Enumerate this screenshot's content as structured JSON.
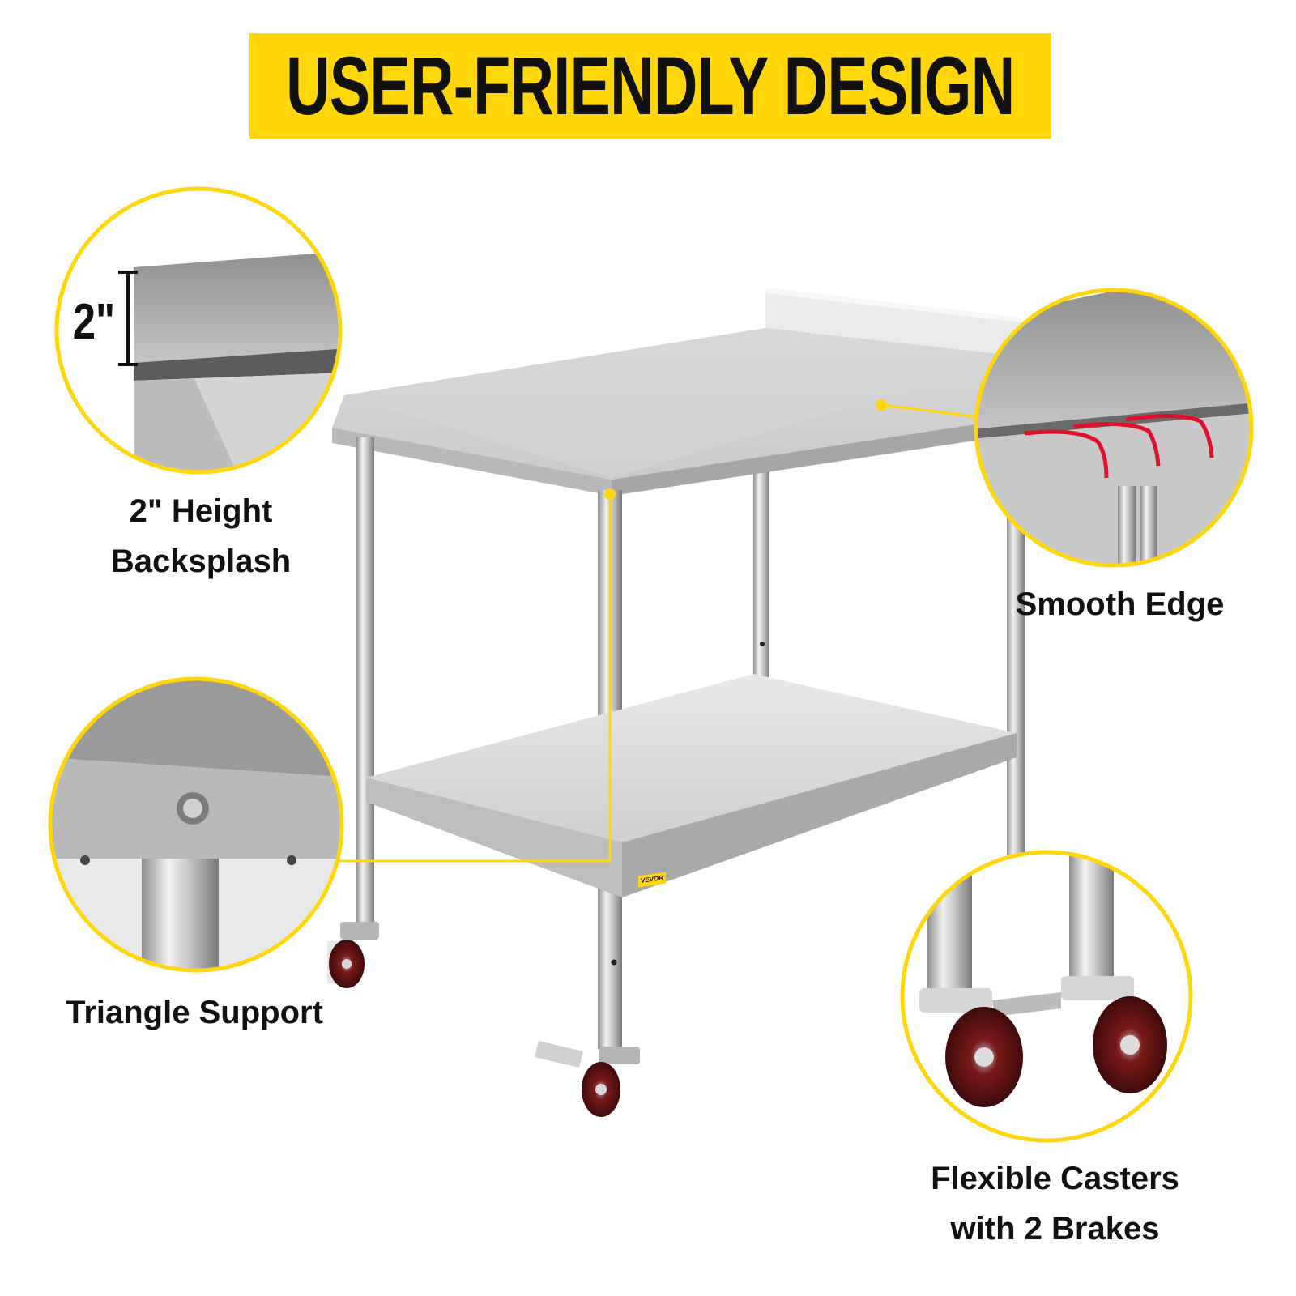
{
  "banner": {
    "title": "USER-FRIENDLY DESIGN"
  },
  "brand": {
    "name": "VEVOR",
    "color": "#FFD60A"
  },
  "dimension": {
    "label": "2\""
  },
  "callouts": {
    "backsplash": {
      "line1": "2\" Height",
      "line2": "Backsplash",
      "icon": "backsplash-zoom"
    },
    "edge": {
      "label": "Smooth Edge",
      "icon": "edge-zoom"
    },
    "support": {
      "label": "Triangle Support",
      "icon": "support-zoom"
    },
    "casters": {
      "line1": "Flexible Casters",
      "line2": "with 2 Brakes",
      "icon": "casters-zoom"
    }
  }
}
